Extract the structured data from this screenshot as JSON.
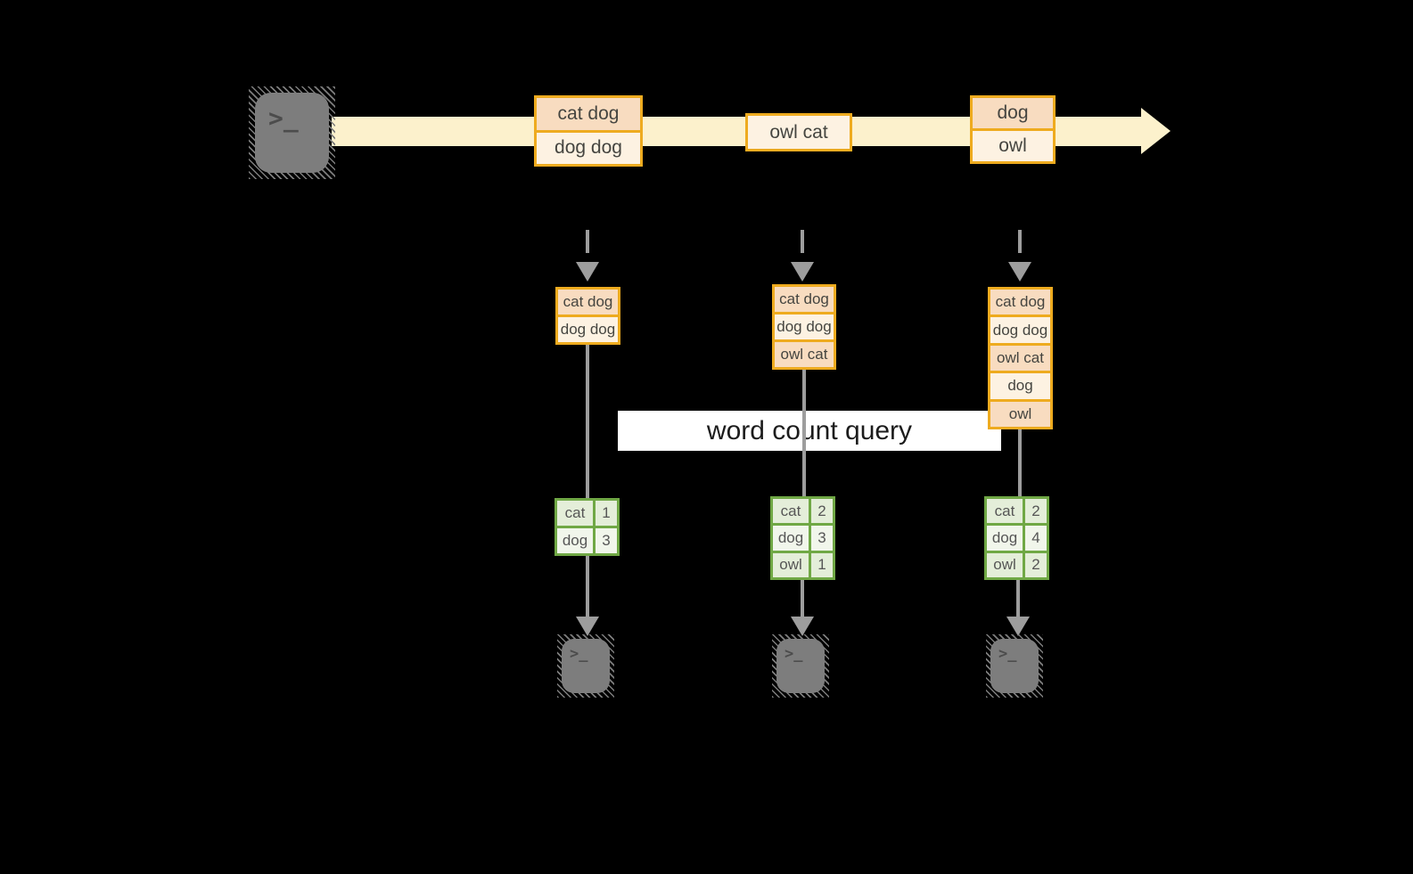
{
  "label": {
    "text": "word count query"
  },
  "timeline": {
    "batches": [
      {
        "records": [
          "cat dog",
          "dog dog"
        ]
      },
      {
        "records": [
          "owl cat"
        ]
      },
      {
        "records": [
          "dog",
          "owl"
        ]
      }
    ]
  },
  "pipelines": [
    {
      "input_records": [
        "cat dog",
        "dog dog"
      ],
      "counts": [
        {
          "word": "cat",
          "count": "1"
        },
        {
          "word": "dog",
          "count": "3"
        }
      ]
    },
    {
      "input_records": [
        "cat dog",
        "dog dog",
        "owl cat"
      ],
      "counts": [
        {
          "word": "cat",
          "count": "2"
        },
        {
          "word": "dog",
          "count": "3"
        },
        {
          "word": "owl",
          "count": "1"
        }
      ]
    },
    {
      "input_records": [
        "cat dog",
        "dog dog",
        "owl cat",
        "dog",
        "owl"
      ],
      "counts": [
        {
          "word": "cat",
          "count": "2"
        },
        {
          "word": "dog",
          "count": "4"
        },
        {
          "word": "owl",
          "count": "2"
        }
      ]
    }
  ],
  "icons": {
    "source": "terminal-icon",
    "sink": "terminal-icon",
    "glyph": ">_"
  },
  "colors": {
    "amber": "#eeab1f",
    "peach": "#f8dcc0",
    "cream": "#fdf2e2",
    "band_yellow": "#fcf1cc",
    "green": "#70a845",
    "cell_green": "#e4eed9",
    "cell_green_light": "#f1f6eb",
    "icon_gray": "#7d7d7d",
    "arrow_gray": "#9d9d9d",
    "text_dark": "#454540",
    "table_text": "#565656",
    "label_bg": "#ffffff",
    "label_text": "#1c1c1c"
  }
}
